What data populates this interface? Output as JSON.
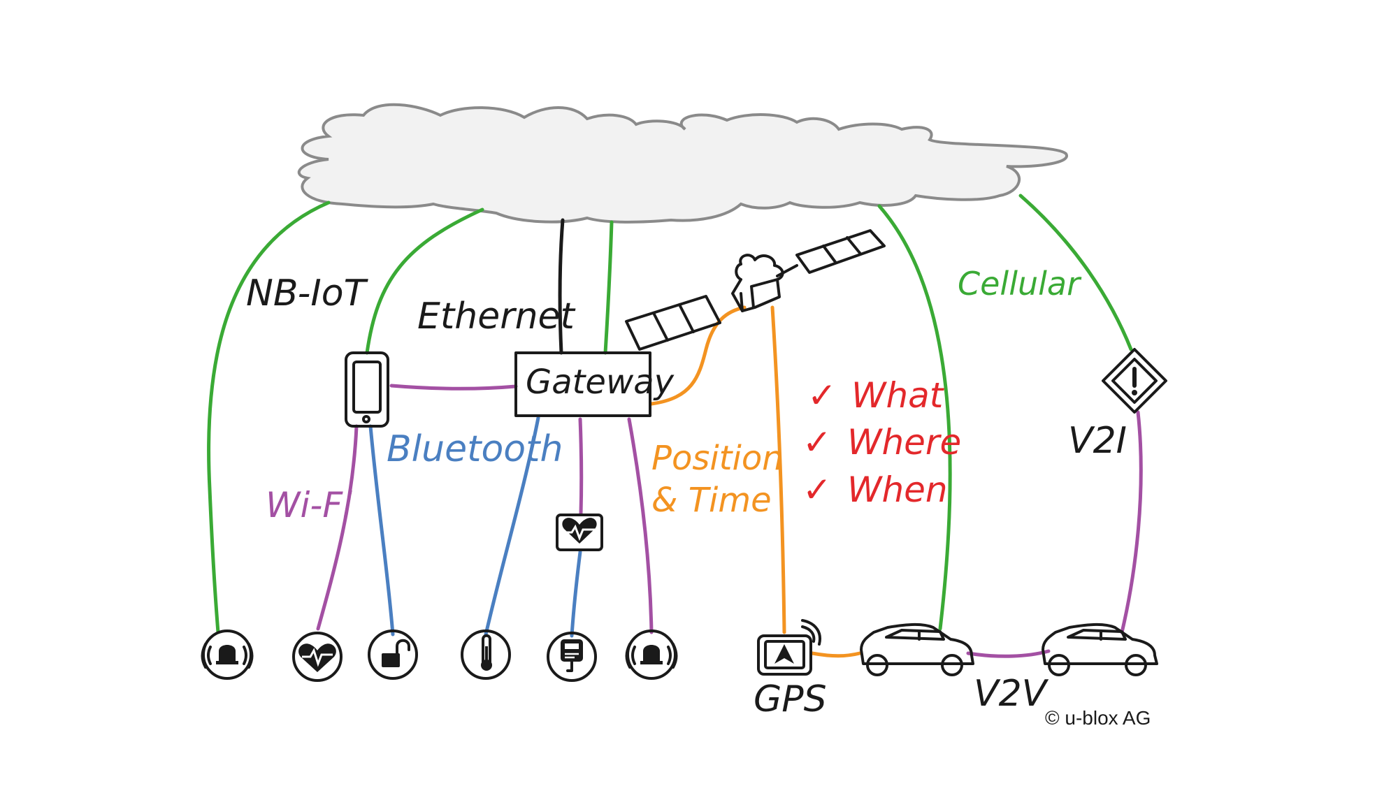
{
  "labels": {
    "nb_iot": "NB-IoT",
    "ethernet": "Ethernet",
    "cellular": "Cellular",
    "gateway": "Gateway",
    "bluetooth": "Bluetooth",
    "wifi": "Wi-Fi",
    "position_time_line1": "Position",
    "position_time_line2": "& Time",
    "what": "What",
    "where": "Where",
    "when": "When",
    "v2i": "V2I",
    "v2v": "V2V",
    "gps": "GPS"
  },
  "check_mark": "✓",
  "copyright": "© u-blox AG",
  "colors": {
    "cellular": "#3aaa35",
    "bluetooth": "#4a7fc1",
    "wifi": "#a350a3",
    "position": "#f39321",
    "checks": "#e3282b",
    "ethernet": "#1a1a1a",
    "cloud": "#f2f2f2"
  },
  "icons": [
    "cloud-icon",
    "satellite-icon",
    "smartphone-icon",
    "gateway-box",
    "heart-monitor-icon",
    "alarm-bell-icon",
    "heart-rate-icon",
    "padlock-icon",
    "thermometer-icon",
    "meter-icon",
    "gps-device-icon",
    "car-icon",
    "warning-sign-icon"
  ]
}
